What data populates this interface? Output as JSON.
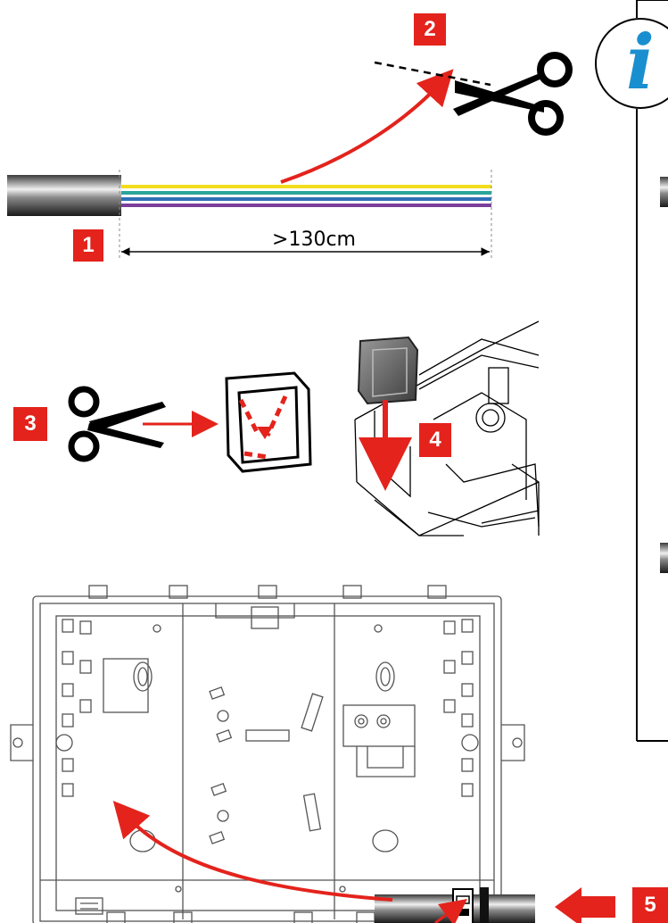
{
  "steps": [
    {
      "number": "1"
    },
    {
      "number": "2"
    },
    {
      "number": "3"
    },
    {
      "number": "4"
    },
    {
      "number": "5"
    }
  ],
  "dimension_label": ">130cm",
  "info_icon_glyph": "i",
  "colors": {
    "accent_red": "#e3231c",
    "wire_yellow": "#f2dd1d",
    "wire_teal": "#2aa59a",
    "wire_blue": "#2f6fb6",
    "wire_purple": "#7b3f9a",
    "info_blue": "#1a8fd0",
    "line_gray": "#555555"
  },
  "icons": [
    "scissors-icon",
    "info-icon",
    "arrow-icon"
  ]
}
